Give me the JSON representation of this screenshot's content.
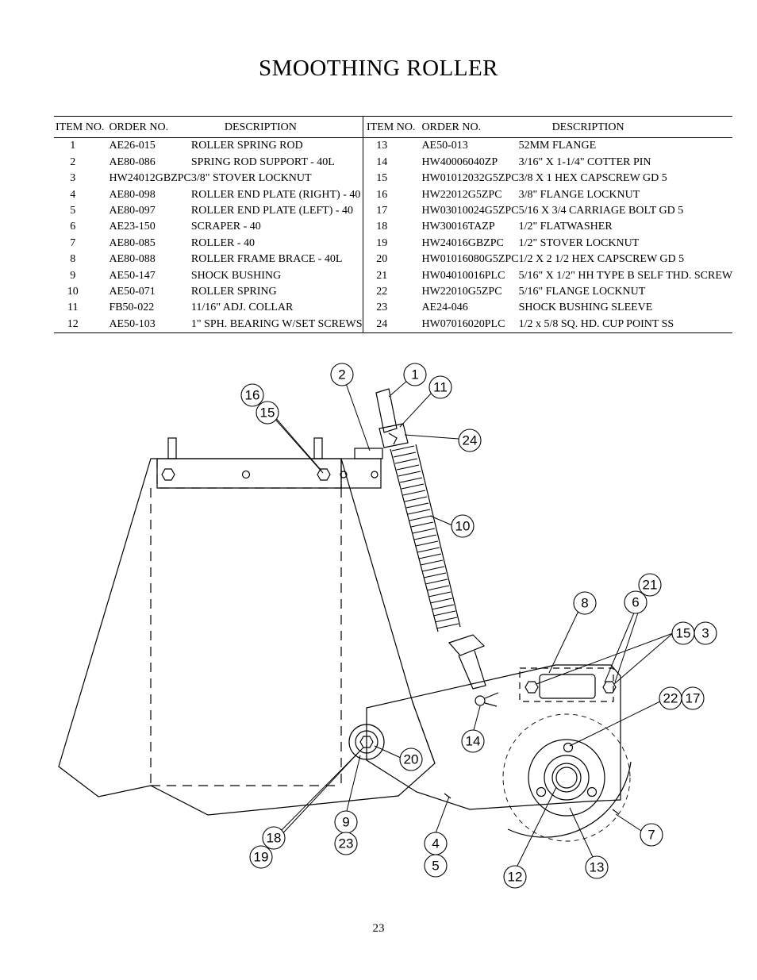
{
  "title": "SMOOTHING ROLLER",
  "table": {
    "headers": {
      "item": "ITEM NO.",
      "order": "ORDER NO.",
      "description": "DESCRIPTION"
    },
    "left": [
      {
        "item": "1",
        "order": "AE26-015",
        "description": "ROLLER SPRING ROD"
      },
      {
        "item": "2",
        "order": "AE80-086",
        "description": "SPRING ROD SUPPORT - 40L"
      },
      {
        "item": "3",
        "order": "HW24012GBZPC",
        "description": "3/8\" STOVER LOCKNUT"
      },
      {
        "item": "4",
        "order": "AE80-098",
        "description": "ROLLER END PLATE (RIGHT) - 40"
      },
      {
        "item": "5",
        "order": "AE80-097",
        "description": "ROLLER END PLATE (LEFT) - 40"
      },
      {
        "item": "6",
        "order": "AE23-150",
        "description": "SCRAPER - 40"
      },
      {
        "item": "7",
        "order": "AE80-085",
        "description": "ROLLER - 40"
      },
      {
        "item": "8",
        "order": "AE80-088",
        "description": "ROLLER FRAME BRACE - 40L"
      },
      {
        "item": "9",
        "order": "AE50-147",
        "description": "SHOCK BUSHING"
      },
      {
        "item": "10",
        "order": "AE50-071",
        "description": "ROLLER SPRING"
      },
      {
        "item": "11",
        "order": "FB50-022",
        "description": "11/16\" ADJ. COLLAR"
      },
      {
        "item": "12",
        "order": "AE50-103",
        "description": "1\" SPH. BEARING W/SET SCREWS"
      }
    ],
    "right": [
      {
        "item": "13",
        "order": "AE50-013",
        "description": "52MM FLANGE"
      },
      {
        "item": "14",
        "order": "HW40006040ZP",
        "description": "3/16\" X 1-1/4\" COTTER PIN"
      },
      {
        "item": "15",
        "order": "HW01012032G5ZPC",
        "description": "3/8 X 1 HEX CAPSCREW GD 5"
      },
      {
        "item": "16",
        "order": "HW22012G5ZPC",
        "description": "3/8\" FLANGE LOCKNUT"
      },
      {
        "item": "17",
        "order": "HW03010024G5ZPC",
        "description": "5/16 X 3/4 CARRIAGE BOLT GD 5"
      },
      {
        "item": "18",
        "order": "HW30016TAZP",
        "description": "1/2\" FLATWASHER"
      },
      {
        "item": "19",
        "order": "HW24016GBZPC",
        "description": "1/2\" STOVER LOCKNUT"
      },
      {
        "item": "20",
        "order": "HW01016080G5ZPC",
        "description": "1/2 X 2 1/2 HEX CAPSCREW GD 5"
      },
      {
        "item": "21",
        "order": "HW04010016PLC",
        "description": "5/16\" X 1/2\" HH TYPE B SELF THD. SCREW"
      },
      {
        "item": "22",
        "order": "HW22010G5ZPC",
        "description": "5/16\" FLANGE LOCKNUT"
      },
      {
        "item": "23",
        "order": "AE24-046",
        "description": "SHOCK BUSHING SLEEVE"
      },
      {
        "item": "24",
        "order": "HW07016020PLC",
        "description": "1/2 x 5/8 SQ. HD. CUP POINT SS"
      }
    ]
  },
  "callouts": {
    "c1": "1",
    "c2": "2",
    "c3": "3",
    "c4": "4",
    "c5": "5",
    "c6": "6",
    "c7": "7",
    "c8": "8",
    "c9": "9",
    "c10": "10",
    "c11": "11",
    "c12": "12",
    "c13": "13",
    "c14": "14",
    "c15a": "15",
    "c15b": "15",
    "c16": "16",
    "c17": "17",
    "c18": "18",
    "c19": "19",
    "c20": "20",
    "c21": "21",
    "c22": "22",
    "c23": "23",
    "c24": "24"
  },
  "page_number": "23"
}
